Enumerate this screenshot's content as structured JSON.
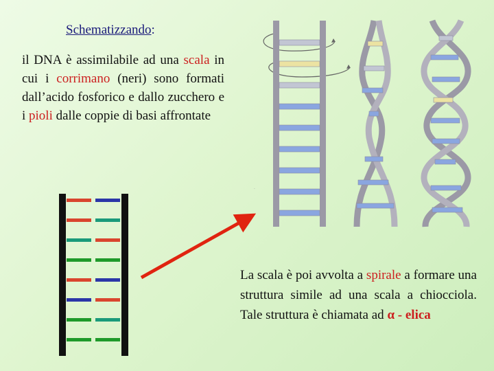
{
  "title": {
    "text": "Schematizzando",
    "suffix": ":"
  },
  "paragraph1": {
    "p1": "il DNA è assimilabile ad una ",
    "k1": "scala",
    "p2": " in cui i ",
    "k2": "corrimano",
    "p3": " (neri) sono formati dall’acido fosforico e dallo zucchero e i ",
    "k3": "pioli",
    "p4": " dalle coppie di basi affrontate"
  },
  "paragraph2": {
    "p1": "La scala è poi avvolta a ",
    "k1": "spirale",
    "p2": " a formare una struttura simile ad una scala a chiocciola. Tale struttura è chiamata ad ",
    "k2": "α - elica"
  },
  "ladder": {
    "rungs": [
      {
        "left": "red",
        "right": "blue"
      },
      {
        "left": "red",
        "right": "teal"
      },
      {
        "left": "teal",
        "right": "red"
      },
      {
        "left": "green",
        "right": "green"
      },
      {
        "left": "red",
        "right": "blue"
      },
      {
        "left": "blue",
        "right": "red"
      },
      {
        "left": "green",
        "right": "teal"
      },
      {
        "left": "green",
        "right": "green"
      }
    ]
  },
  "colors": {
    "red": "#d9452e",
    "blue": "#2b36a8",
    "teal": "#1a9a7a",
    "green": "#1f9a2a",
    "arrow": "#e02410",
    "rail": "#111111",
    "helix_backbone": "#9b99a6",
    "helix_blue": "#8aa6e0",
    "helix_yellow": "#ece3a2",
    "helix_grey": "#c2c6d3"
  }
}
